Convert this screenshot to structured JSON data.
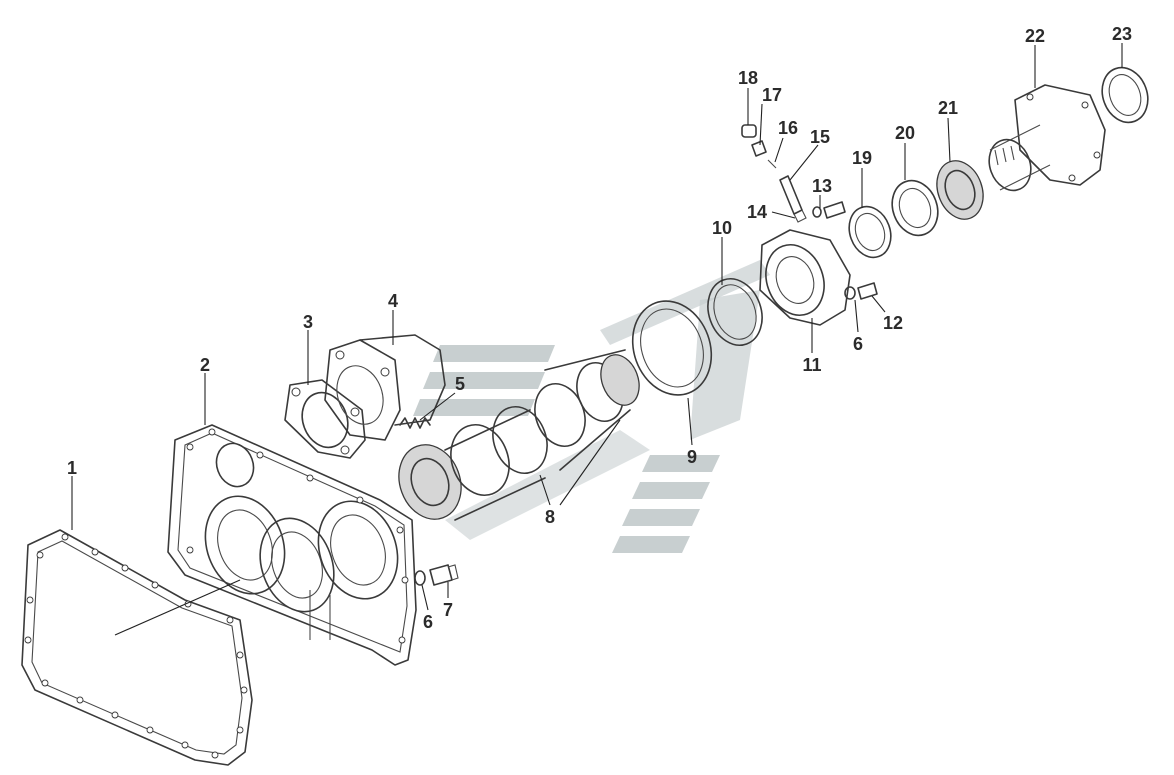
{
  "callouts": [
    {
      "id": "c1",
      "label": "1"
    },
    {
      "id": "c2",
      "label": "2"
    },
    {
      "id": "c3",
      "label": "3"
    },
    {
      "id": "c4",
      "label": "4"
    },
    {
      "id": "c5",
      "label": "5"
    },
    {
      "id": "c6a",
      "label": "6"
    },
    {
      "id": "c6b",
      "label": "6"
    },
    {
      "id": "c7",
      "label": "7"
    },
    {
      "id": "c8",
      "label": "8"
    },
    {
      "id": "c9",
      "label": "9"
    },
    {
      "id": "c10",
      "label": "10"
    },
    {
      "id": "c11",
      "label": "11"
    },
    {
      "id": "c12",
      "label": "12"
    },
    {
      "id": "c13",
      "label": "13"
    },
    {
      "id": "c14",
      "label": "14"
    },
    {
      "id": "c15",
      "label": "15"
    },
    {
      "id": "c16",
      "label": "16"
    },
    {
      "id": "c17",
      "label": "17"
    },
    {
      "id": "c18",
      "label": "18"
    },
    {
      "id": "c19",
      "label": "19"
    },
    {
      "id": "c20",
      "label": "20"
    },
    {
      "id": "c21",
      "label": "21"
    },
    {
      "id": "c22",
      "label": "22"
    },
    {
      "id": "c23",
      "label": "23"
    }
  ],
  "watermark": {
    "color": "#c8cfd0"
  },
  "line_color": "#3a3a3a"
}
